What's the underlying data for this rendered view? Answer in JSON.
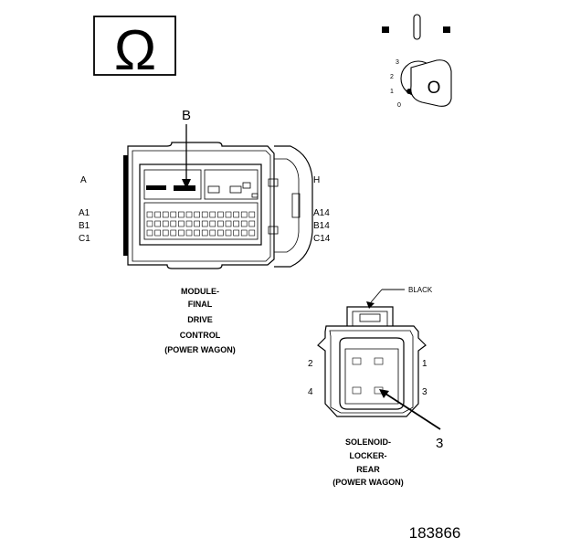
{
  "ohm_symbol": "Ω",
  "key_switch": {
    "positions": [
      "3",
      "2",
      "1",
      "0"
    ],
    "key_letter": "O"
  },
  "module_connector": {
    "callout": "B",
    "row_label_left_top": "A",
    "row_label_right_top": "H",
    "row_labels_left": [
      "A1",
      "B1",
      "C1"
    ],
    "row_labels_right": [
      "A14",
      "B14",
      "C14"
    ],
    "caption": [
      "MODULE-",
      "FINAL",
      "DRIVE",
      "CONTROL",
      "(POWER WAGON)"
    ]
  },
  "solenoid_connector": {
    "color_label": "BLACK",
    "pin_numbers": {
      "top_left": "2",
      "top_right": "1",
      "bottom_left": "4",
      "bottom_right": "3"
    },
    "callout": "3",
    "caption": [
      "SOLENOID-",
      "LOCKER-",
      "REAR",
      "(POWER WAGON)"
    ]
  },
  "figure_id": "183866"
}
